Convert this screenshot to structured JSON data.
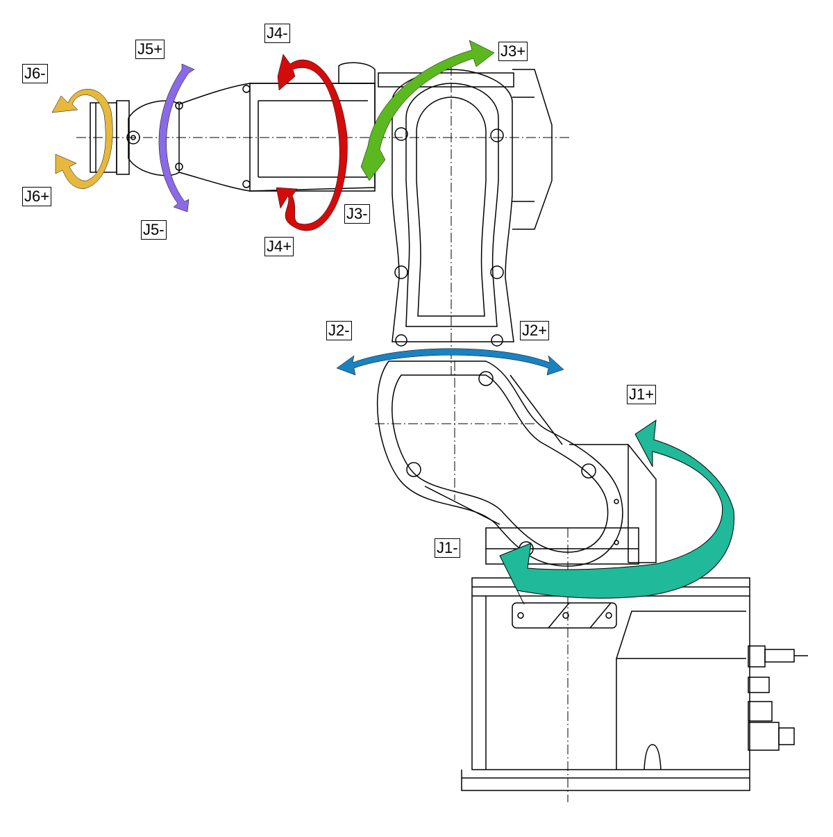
{
  "labels": {
    "j1_plus": "J1+",
    "j1_minus": "J1-",
    "j2_plus": "J2+",
    "j2_minus": "J2-",
    "j3_plus": "J3+",
    "j3_minus": "J3-",
    "j4_plus": "J4+",
    "j4_minus": "J4-",
    "j5_plus": "J5+",
    "j5_minus": "J5-",
    "j6_plus": "J6+",
    "j6_minus": "J6-"
  },
  "colors": {
    "j1": "#20b99a",
    "j2": "#1a82c0",
    "j3": "#5bb81e",
    "j4": "#d40b0b",
    "j5": "#8a6ae6",
    "j6": "#e6b83c",
    "line": "#000000"
  }
}
